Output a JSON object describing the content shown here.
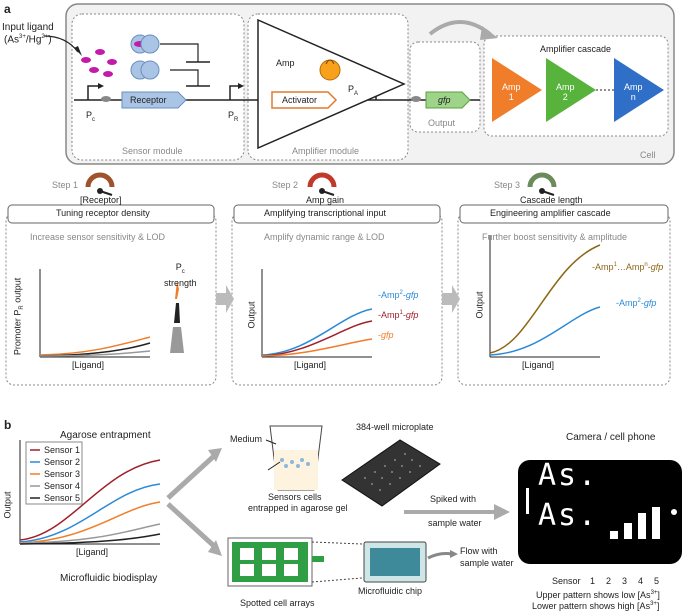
{
  "panel_a": {
    "letter": "a",
    "input_ligand": "Input ligand",
    "input_ligand_formula": "(As3+/Hg2+)",
    "sensor_module": "Sensor module",
    "amplifier_module": "Amplifier module",
    "output_label": "Output",
    "cell_label": "Cell",
    "receptor": "Receptor",
    "activator": "Activator",
    "amp": "Amp",
    "pc": "Pc",
    "pr": "PR",
    "pa": "PA",
    "gfp": "gfp",
    "amplifier_cascade": "Amplifier cascade",
    "amp_blocks": [
      {
        "label": "Amp",
        "sub": "1",
        "color": "#f07d2a"
      },
      {
        "label": "Amp",
        "sub": "2",
        "color": "#58b33d"
      },
      {
        "label": "Amp",
        "sub": "n",
        "color": "#2f6fc7"
      }
    ],
    "steps": [
      {
        "step": "Step 1",
        "knob": "[Receptor]",
        "title": "Tuning receptor density",
        "subtitle": "Increase sensor sensitivity & LOD"
      },
      {
        "step": "Step 2",
        "knob": "Amp gain",
        "title": "Amplifying transcriptional input",
        "subtitle": "Amplify dynamic range & LOD"
      },
      {
        "step": "Step 3",
        "knob": "Cascade length",
        "title": "Engineering amplifier cascade",
        "subtitle": "Further boost sensitivity & amplitude"
      }
    ],
    "plot1": {
      "ylabel": "Promoter PR output",
      "xlabel": "[Ligand]",
      "pc_strength": "Pc strength"
    },
    "plot2": {
      "ylabel": "Output",
      "xlabel": "[Ligand]",
      "series": [
        "-Amp2-gfp",
        "-Amp1-gfp",
        "-gfp"
      ]
    },
    "plot3": {
      "ylabel": "Output",
      "xlabel": "[Ligand]",
      "series": [
        "-Amp1…Ampn-gfp",
        "-Amp2-gfp"
      ]
    }
  },
  "panel_b": {
    "letter": "b",
    "agarose": "Agarose entrapment",
    "microfluidic": "Microfluidic biodisplay",
    "ylabel": "Output",
    "xlabel": "[Ligand]",
    "legend": [
      {
        "name": "Sensor 1",
        "color": "#a11f2a"
      },
      {
        "name": "Sensor 2",
        "color": "#2b8ad8"
      },
      {
        "name": "Sensor 3",
        "color": "#f07d2a"
      },
      {
        "name": "Sensor 4",
        "color": "#999999"
      },
      {
        "name": "Sensor 5",
        "color": "#222222"
      }
    ],
    "medium": "Medium",
    "microplate": "384-well microplate",
    "sensors_cells": "Sensors cells",
    "entrapped": "entrapped in agarose gel",
    "spiked": "Spiked with",
    "sample_water": "sample water",
    "spotted": "Spotted cell arrays",
    "chip": "Microfluidic chip",
    "flow": "Flow with",
    "flow2": "sample water",
    "camera": "Camera / cell phone",
    "display_text": "As.",
    "sensor_row": [
      "Sensor",
      "1",
      "2",
      "3",
      "4",
      "5"
    ],
    "upper_note": "Upper pattern shows low [As3+]",
    "lower_note": "Lower pattern shows high [As3+]"
  }
}
